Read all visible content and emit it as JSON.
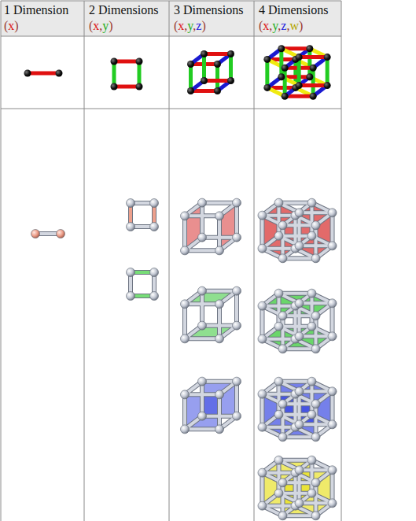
{
  "diagram": {
    "labels": [
      "1 Dimension",
      "(x)",
      "2 Dimensions",
      "(x,y)",
      "3 Dimensions",
      "(x,y,z)",
      "4 Dimensions",
      "(x,y,z,w)"
    ]
  }
}
